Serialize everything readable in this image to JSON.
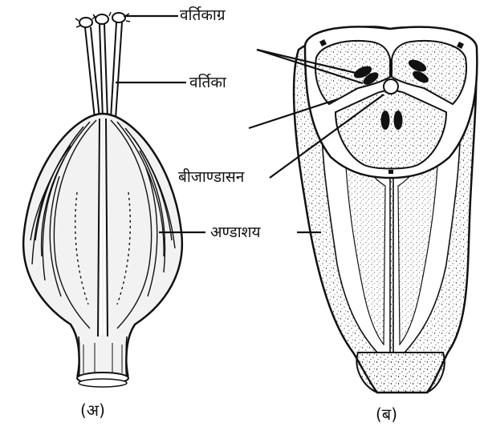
{
  "figure_a": {
    "caption": "(अ)",
    "labels": {
      "stigma": "वर्तिकाग्र",
      "style": "वर्तिका",
      "ovary": "अण्डाशय"
    }
  },
  "figure_b": {
    "caption": "(ब)",
    "labels": {
      "placenta": "बीजाण्डासन"
    }
  }
}
